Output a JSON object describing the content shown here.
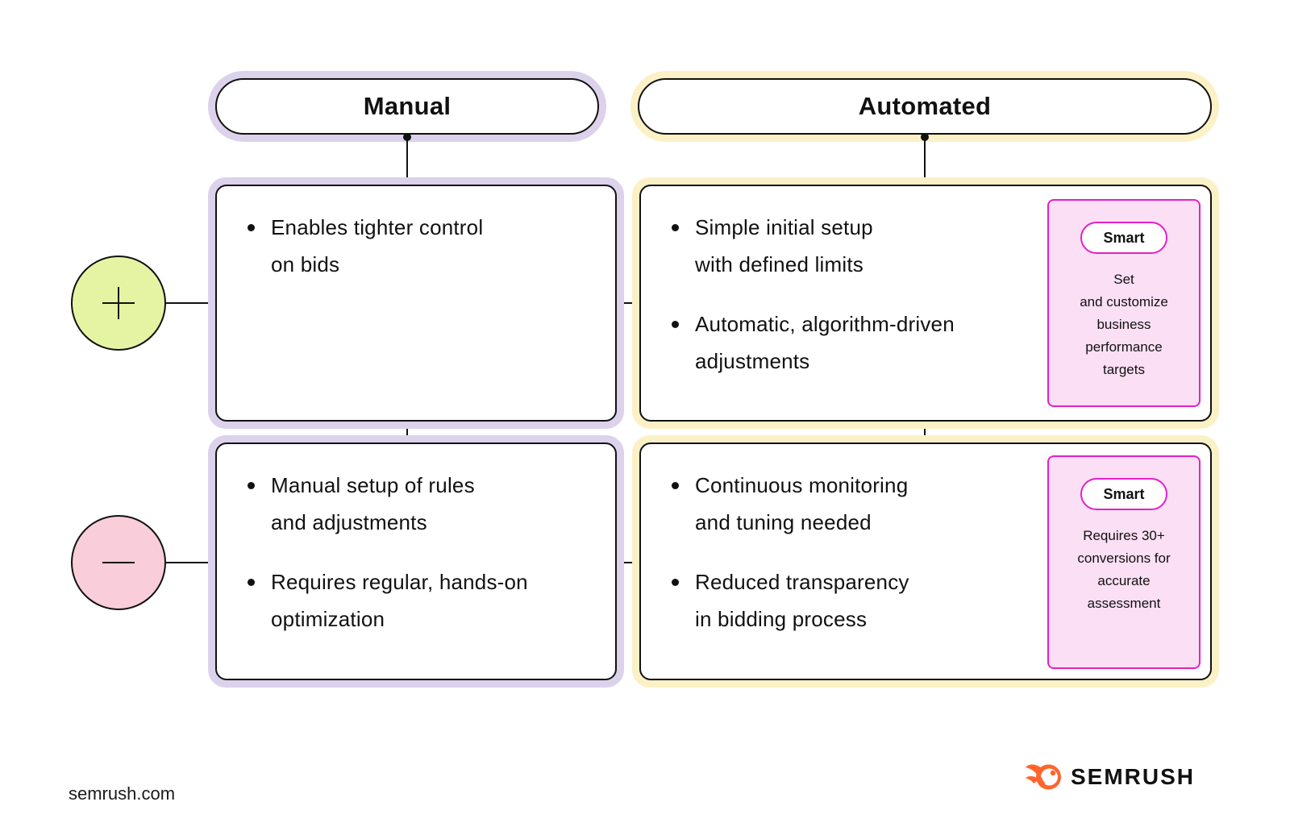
{
  "headers": {
    "manual": "Manual",
    "automated": "Automated"
  },
  "manual": {
    "pros": {
      "bullets": [
        {
          "line1": "Enables tighter control",
          "line2": "on bids"
        }
      ]
    },
    "cons": {
      "bullets": [
        {
          "line1": "Manual setup of rules",
          "line2": "and adjustments"
        },
        {
          "line1": "Requires regular, hands-on",
          "line2": "optimization"
        }
      ]
    }
  },
  "automated": {
    "pros": {
      "bullets": [
        {
          "line1": "Simple initial setup",
          "line2": "with defined limits"
        },
        {
          "line1": "Automatic, algorithm-driven",
          "line2": "adjustments"
        }
      ],
      "smart": {
        "label": "Smart",
        "line1": "Set",
        "line2": "and customize",
        "line3": "business",
        "line4": "performance",
        "line5": "targets"
      }
    },
    "cons": {
      "bullets": [
        {
          "line1": "Continuous monitoring",
          "line2": "and tuning needed"
        },
        {
          "line1": "Reduced transparency",
          "line2": "in bidding process"
        }
      ],
      "smart": {
        "label": "Smart",
        "line1": "Requires 30+",
        "line2": "conversions for",
        "line3": "accurate",
        "line4": "assessment"
      }
    }
  },
  "icons": {
    "plus": "plus-icon",
    "minus": "minus-icon",
    "logo": "semrush-flame-ball-icon"
  },
  "colors": {
    "purple_rim": "#DCD2EC",
    "yellow_rim": "#FBF1C6",
    "green_circle": "#E5F4A3",
    "pink_circle": "#F9CDD9",
    "smart_fill": "#FBDFF4",
    "smart_border": "#E320C8",
    "brand_orange": "#FF642D",
    "ink": "#111111"
  },
  "footer": {
    "site": "semrush.com",
    "brand": "SEMRUSH"
  }
}
